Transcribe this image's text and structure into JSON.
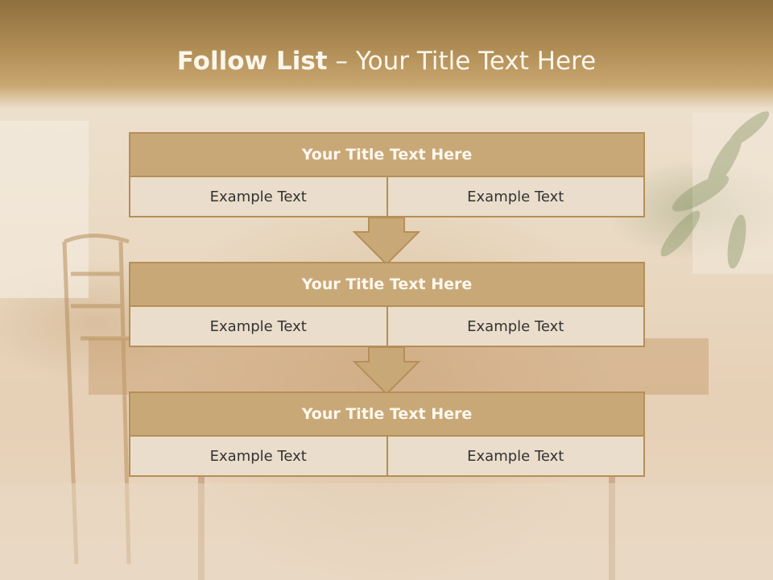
{
  "slide": {
    "title_bold": "Follow List",
    "title_rest": " – Your Title Text Here"
  },
  "blocks": [
    {
      "title": "Your Title Text Here",
      "left": "Example Text",
      "right": "Example Text"
    },
    {
      "title": "Your Title Text Here",
      "left": "Example Text",
      "right": "Example Text"
    },
    {
      "title": "Your Title Text Here",
      "left": "Example Text",
      "right": "Example Text"
    }
  ],
  "colors": {
    "header": "#b08d55",
    "box_title": "#c9a878",
    "box_cell": "#eaddcb",
    "border": "#b58f58"
  }
}
